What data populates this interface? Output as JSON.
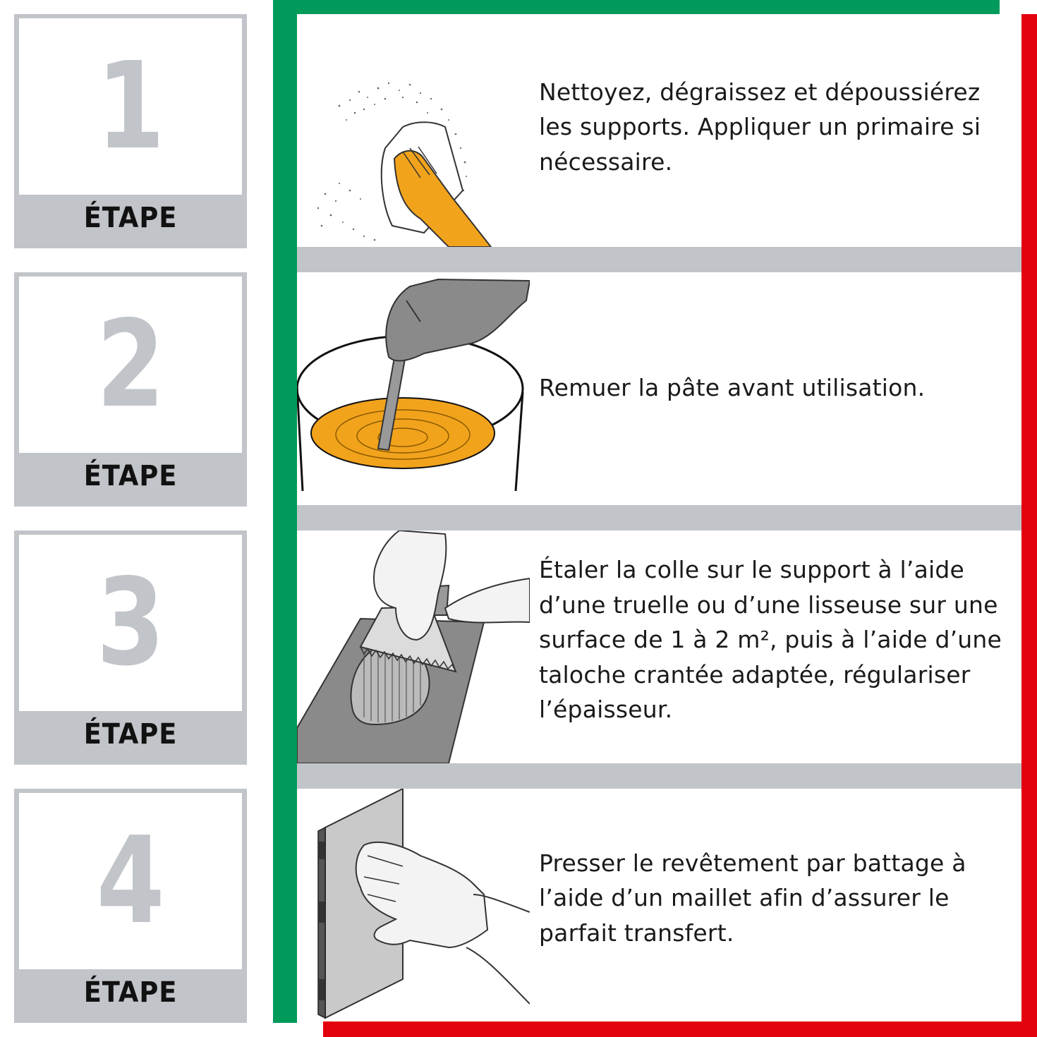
{
  "colors": {
    "green": "#009b5a",
    "red": "#e3000f",
    "gray": "#c1c4c9",
    "orange": "#f2a31c"
  },
  "steps": [
    {
      "number": "1",
      "label": "ÉTAPE",
      "text": "Nettoyez, dégraissez et dépoussiérez les supports. Appliquer un primaire si nécessaire.",
      "icon": "gloved-hand-wiping-icon"
    },
    {
      "number": "2",
      "label": "ÉTAPE",
      "text": "Remuer la pâte avant utilisation.",
      "icon": "stirring-bucket-icon"
    },
    {
      "number": "3",
      "label": "ÉTAPE",
      "text": "Étaler la colle sur le support à l’aide d’une truelle ou d’une lisseuse sur une surface de 1 à 2 m², puis à l’aide d’une taloche crantée adaptée, régulariser l’épaisseur.",
      "icon": "notched-trowel-icon"
    },
    {
      "number": "4",
      "label": "ÉTAPE",
      "text": "Presser le revêtement par battage à l’aide d’un maillet afin d’assurer le parfait transfert.",
      "icon": "hand-pressing-tile-icon"
    }
  ]
}
